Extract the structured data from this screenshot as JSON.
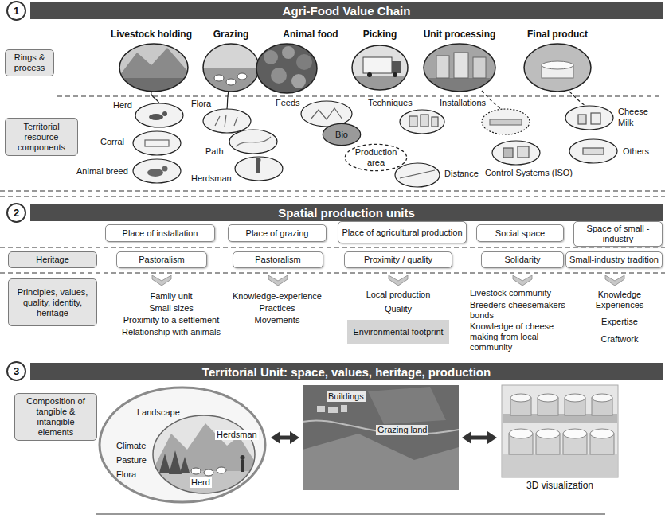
{
  "diagram": {
    "nodes": [
      {
        "text": [
          "1"
        ]
      },
      {
        "text": [
          "Agri-Food Value Chain"
        ]
      },
      {
        "text": [
          "Rings & process"
        ]
      },
      {
        "text": [
          "Territorial resource components"
        ]
      },
      {
        "text": [
          "Bio"
        ]
      },
      {
        "text": [
          "Production area"
        ]
      },
      {
        "text": [
          "2"
        ]
      },
      {
        "text": [
          "Spatial production units"
        ]
      },
      {
        "text": [
          "Place of installation"
        ]
      },
      {
        "text": [
          "Place of grazing"
        ]
      },
      {
        "text": [
          "Place of agricultural production"
        ]
      },
      {
        "text": [
          "Social space"
        ]
      },
      {
        "text": [
          "Space of small - industry"
        ]
      },
      {
        "text": [
          "Heritage"
        ]
      },
      {
        "text": [
          "Pastoralism"
        ]
      },
      {
        "text": [
          "Pastoralism"
        ]
      },
      {
        "text": [
          "Proximity / quality"
        ]
      },
      {
        "text": [
          "Solidarity"
        ]
      },
      {
        "text": [
          "Small-industry tradition"
        ]
      },
      {
        "text": [
          "Principles, values, quality, identity, heritage"
        ]
      },
      {
        "text": [
          "Environmental footprint"
        ]
      },
      {
        "text": [
          "3"
        ]
      },
      {
        "text": [
          "Territorial Unit: space, values, heritage, production"
        ]
      },
      {
        "text": [
          "Composition of tangible & intangible elements"
        ]
      },
      {
        "text": [
          "Landscape",
          "Climate",
          "Pasture",
          "Flora",
          "Herd",
          "Herdsman"
        ]
      },
      {
        "text": [
          "Buildings",
          "Grazing land"
        ]
      },
      {
        "text": [
          "3D visualization"
        ]
      }
    ],
    "edges": [
      {
        "from": 24,
        "to": 25,
        "arrow": "both"
      },
      {
        "from": 25,
        "to": 26,
        "arrow": "both"
      }
    ],
    "labels": [
      "Livestock holding",
      "Grazing",
      "Animal food",
      "Picking",
      "Unit processing",
      "Final product",
      "Herd",
      "Corral",
      "Animal breed",
      "Flora",
      "Path",
      "Herdsman",
      "Feeds",
      "Techniques",
      "Distance",
      "Installations",
      "Control Systems (ISO)",
      "Cheese",
      "Milk",
      "Others",
      "Family unit",
      "Small sizes",
      "Proximity to a settlement",
      "Relationship with animals",
      "Knowledge-experience",
      "Practices",
      "Movements",
      "Local production",
      "Quality",
      "Livestock community",
      "Breeders-cheesemakers bonds",
      "Knowledge of cheese making from local community",
      "Knowledge Experiences",
      "Expertise",
      "Craftwork"
    ]
  }
}
